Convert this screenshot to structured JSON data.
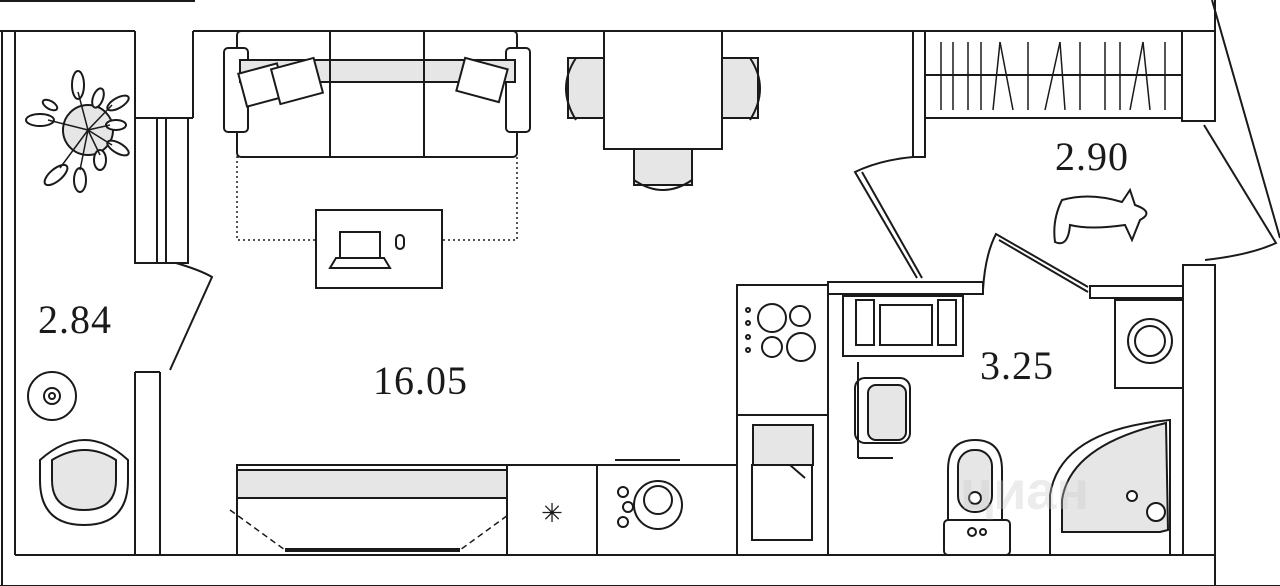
{
  "plan": {
    "rooms": [
      {
        "name": "balcony",
        "area": "2.84"
      },
      {
        "name": "living-room",
        "area": "16.05"
      },
      {
        "name": "hallway",
        "area": "2.90"
      },
      {
        "name": "bathroom",
        "area": "3.25"
      }
    ],
    "watermark": "циан",
    "colors": {
      "line": "#1a1a1a",
      "fill": "#e6e6e6",
      "background": "#ffffff"
    }
  }
}
